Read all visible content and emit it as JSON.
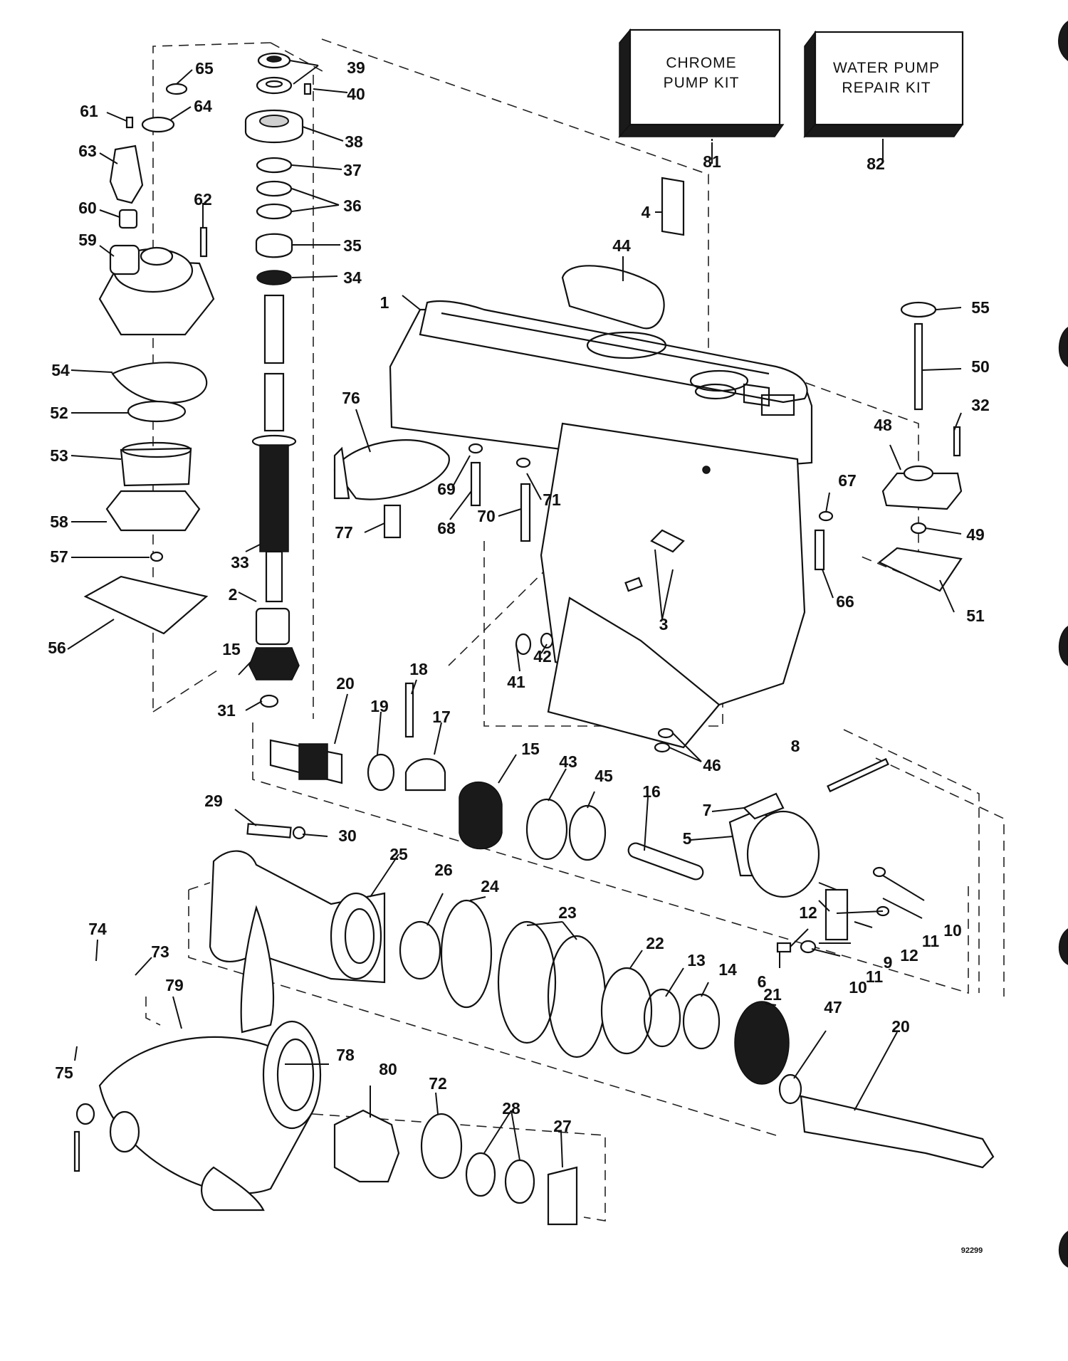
{
  "kits": [
    {
      "line1": "CHROME",
      "line2": "PUMP KIT",
      "ref": "81"
    },
    {
      "line1": "WATER PUMP",
      "line2": "REPAIR KIT",
      "ref": "82"
    }
  ],
  "figure_code": "92299",
  "callouts": {
    "c1": "1",
    "c2": "2",
    "c3": "3",
    "c4": "4",
    "c5": "5",
    "c6": "6",
    "c7": "7",
    "c8": "8",
    "c9": "9",
    "c10": "10",
    "c11": "11",
    "c12": "12",
    "c13": "13",
    "c14": "14",
    "c15": "15",
    "c16": "16",
    "c17": "17",
    "c18": "18",
    "c19": "19",
    "c20": "20",
    "c21": "21",
    "c22": "22",
    "c23": "23",
    "c24": "24",
    "c25": "25",
    "c26": "26",
    "c27": "27",
    "c28": "28",
    "c29": "29",
    "c30": "30",
    "c31": "31",
    "c32": "32",
    "c33": "33",
    "c34": "34",
    "c35": "35",
    "c36": "36",
    "c37": "37",
    "c38": "38",
    "c39": "39",
    "c40": "40",
    "c41": "41",
    "c42": "42",
    "c43": "43",
    "c44": "44",
    "c45": "45",
    "c46": "46",
    "c47": "47",
    "c48": "48",
    "c49": "49",
    "c50": "50",
    "c51": "51",
    "c52": "52",
    "c53": "53",
    "c54": "54",
    "c55": "55",
    "c56": "56",
    "c57": "57",
    "c58": "58",
    "c59": "59",
    "c60": "60",
    "c61": "61",
    "c62": "62",
    "c63": "63",
    "c64": "64",
    "c65": "65",
    "c66": "66",
    "c67": "67",
    "c68": "68",
    "c69": "69",
    "c70": "70",
    "c71": "71",
    "c72": "72",
    "c73": "73",
    "c74": "74",
    "c75": "75",
    "c76": "76",
    "c77": "77",
    "c78": "78",
    "c79": "79",
    "c80": "80"
  }
}
